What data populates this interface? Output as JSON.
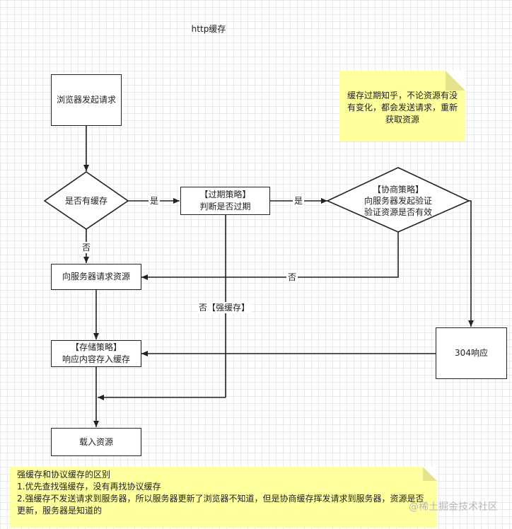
{
  "title": "http缓存",
  "nodes": {
    "browser_request": "浏览器发起请求",
    "has_cache": "是否有缓存",
    "expire_title": "【过期策略】",
    "expire_desc": "判断是否过期",
    "negotiate_title": "【协商策略】",
    "negotiate_line1": "向服务器发起验证",
    "negotiate_line2": "验证资源是否有效",
    "request_server": "向服务器请求资源",
    "store_title": "【存储策略】",
    "store_desc": "响应内容存入缓存",
    "response_304": "304响应",
    "load_resource": "载入资源"
  },
  "edges": {
    "yes_1": "是",
    "yes_2": "是",
    "no_cache": "否",
    "no_negotiate": "否",
    "no_strong": "否【强缓存】"
  },
  "notes": {
    "top": "缓存过期知乎，不论资源有没有变化，都会发送请求，重新获取资源",
    "bottom_title": "强缓存和协议缓存的区别",
    "bottom_line1": "1.优先查找强缓存，没有再找协议缓存",
    "bottom_line2": "2.强缓存不发送请求到服务器，所以服务器更新了浏览器不知道，但是协商缓存挥发请求到服务器，资源是否更新，服务器是知道的"
  },
  "watermark": "@稀土掘金技术社区",
  "colors": {
    "note_fill": "#ffff9e",
    "stroke": "#222222",
    "grid": "#e9e9e9"
  }
}
